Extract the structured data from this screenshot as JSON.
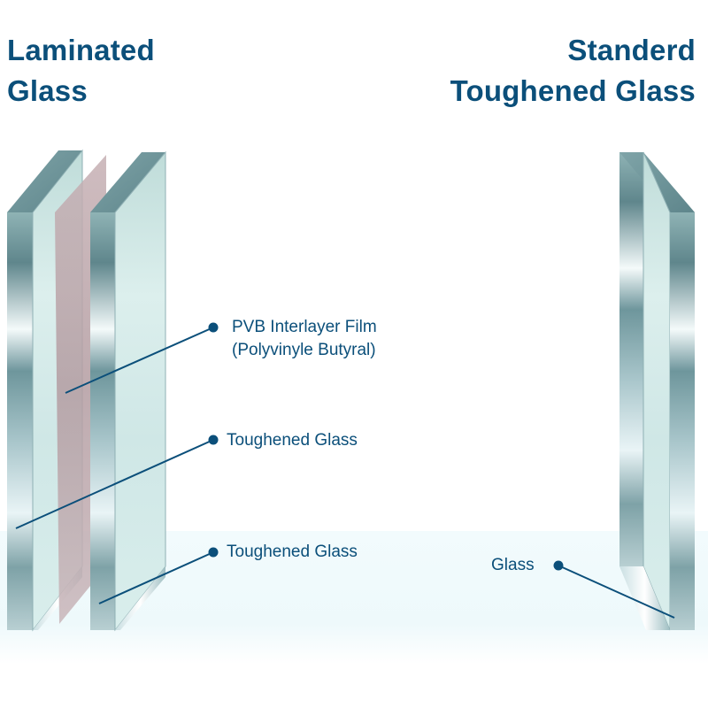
{
  "headings": {
    "laminated": "Laminated\nGlass",
    "standard": "Standerd\nToughened Glass"
  },
  "callouts": {
    "pvb": "PVB Interlayer Film\n(Polyvinyle Butyral)",
    "toughened_1": "Toughened Glass",
    "toughened_2": "Toughened Glass",
    "glass": "Glass"
  },
  "colors": {
    "heading": "#0b4f7a",
    "callout_line": "#0b4f7a",
    "glass_face": "#d8eeea",
    "glass_edge": "#6e969c",
    "pvb_film": "#b79fa4"
  }
}
